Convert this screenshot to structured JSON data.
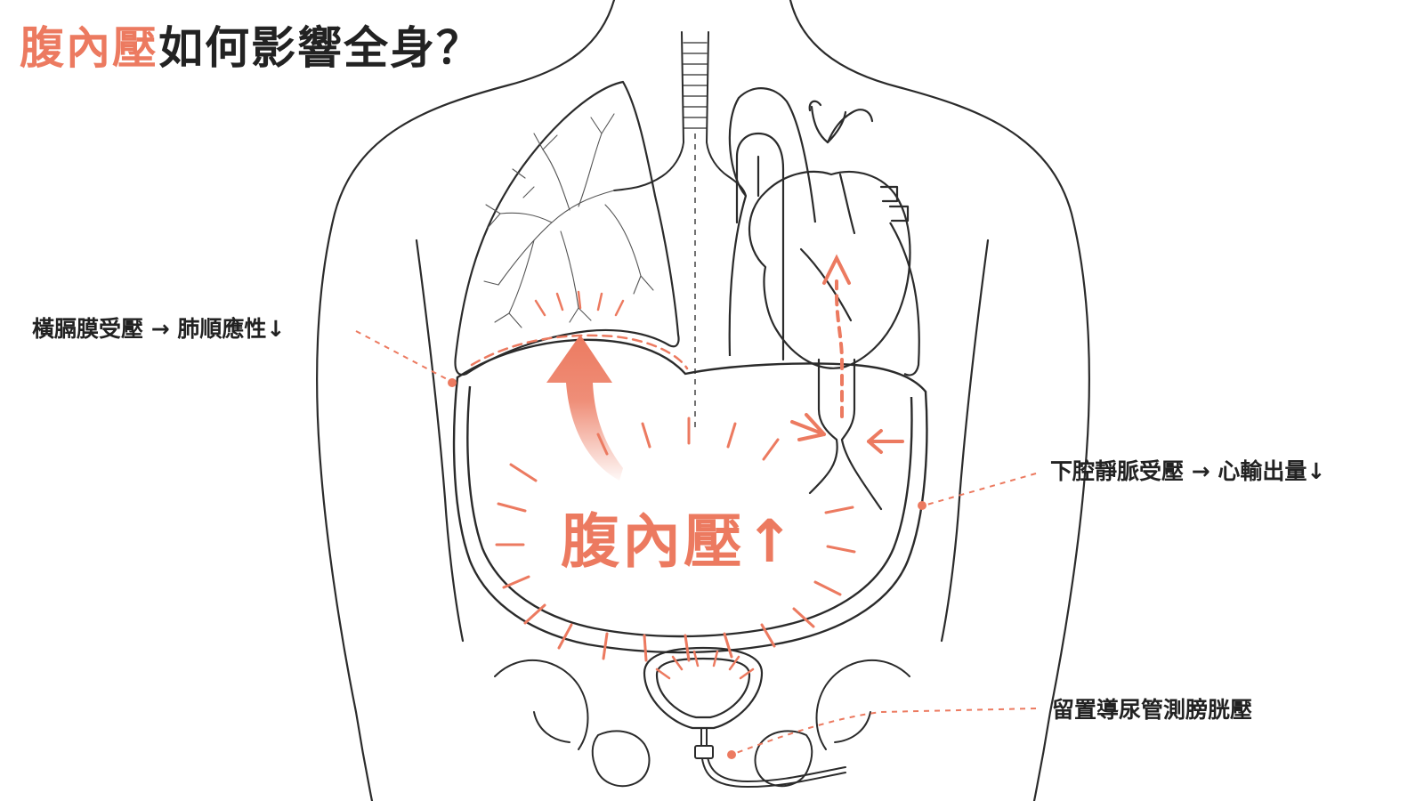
{
  "title": {
    "accent": "腹內壓",
    "rest": "如何影響全身？"
  },
  "center_label": "腹內壓↑",
  "callouts": {
    "diaphragm": "橫膈膜受壓 → 肺順應性↓",
    "ivc": "下腔靜脈受壓 → 心輸出量↓",
    "catheter": "留置導尿管測膀胱壓"
  },
  "colors": {
    "accent": "#ec7a60",
    "line": "#2b2b2b",
    "text": "#222222"
  }
}
